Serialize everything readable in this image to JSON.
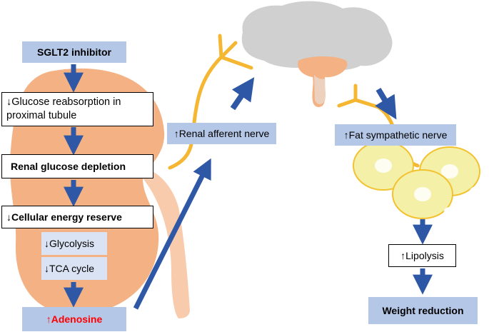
{
  "colors": {
    "arrow": "#2e58a6",
    "kidney": "#f4b183",
    "ureter": "#f8cbad",
    "nerve": "#f5b631",
    "brain": "#d0d0d0",
    "brainstem": "#f4b183",
    "fat_cell": "#f5f0a8",
    "box_blue": "#b4c7e7",
    "adenosine_text": "#ff0000"
  },
  "left_pathway": {
    "sglt2": "SGLT2 inhibitor",
    "glucose_reabsorption": "↓Glucose reabsorption in proximal tubule",
    "renal_glucose_depletion": "Renal glucose depletion",
    "cellular_energy": "↓Cellular energy reserve",
    "glycolysis": "↓Glycolysis",
    "tca_cycle": "↓TCA cycle",
    "adenosine": "↑Adenosine"
  },
  "middle": {
    "renal_afferent": "↑Renal afferent nerve"
  },
  "right_pathway": {
    "fat_sympathetic": "↑Fat sympathetic nerve",
    "lipolysis": "↑Lipolysis",
    "weight_reduction": "Weight reduction"
  }
}
